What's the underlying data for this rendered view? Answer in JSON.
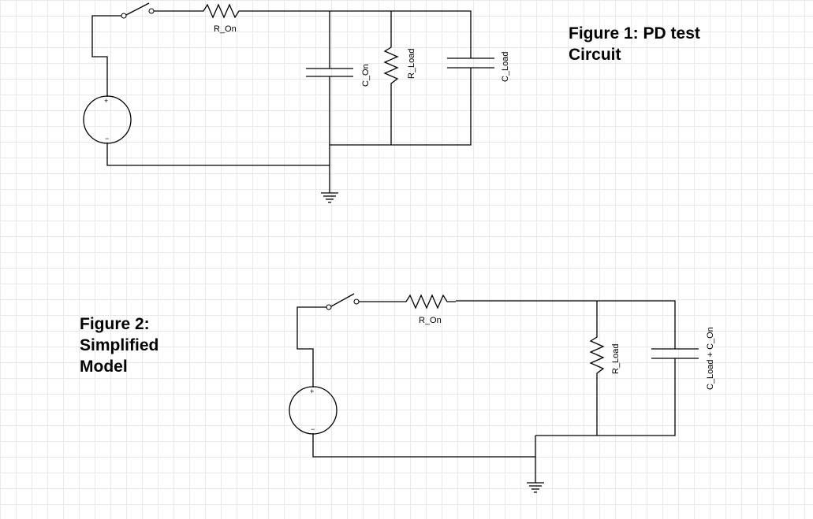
{
  "figure1": {
    "title": "Figure 1: PD test Circuit",
    "labels": {
      "r_on": "R_On",
      "c_on": "C_On",
      "r_load": "R_Load",
      "c_load": "C_Load"
    },
    "source_plus": "+",
    "source_minus": "−"
  },
  "figure2": {
    "title": "Figure 2: Simplified Model",
    "labels": {
      "r_on": "R_On",
      "r_load": "R_Load",
      "c_sum": "C_Load + C_On"
    },
    "source_plus": "+",
    "source_minus": "−"
  }
}
